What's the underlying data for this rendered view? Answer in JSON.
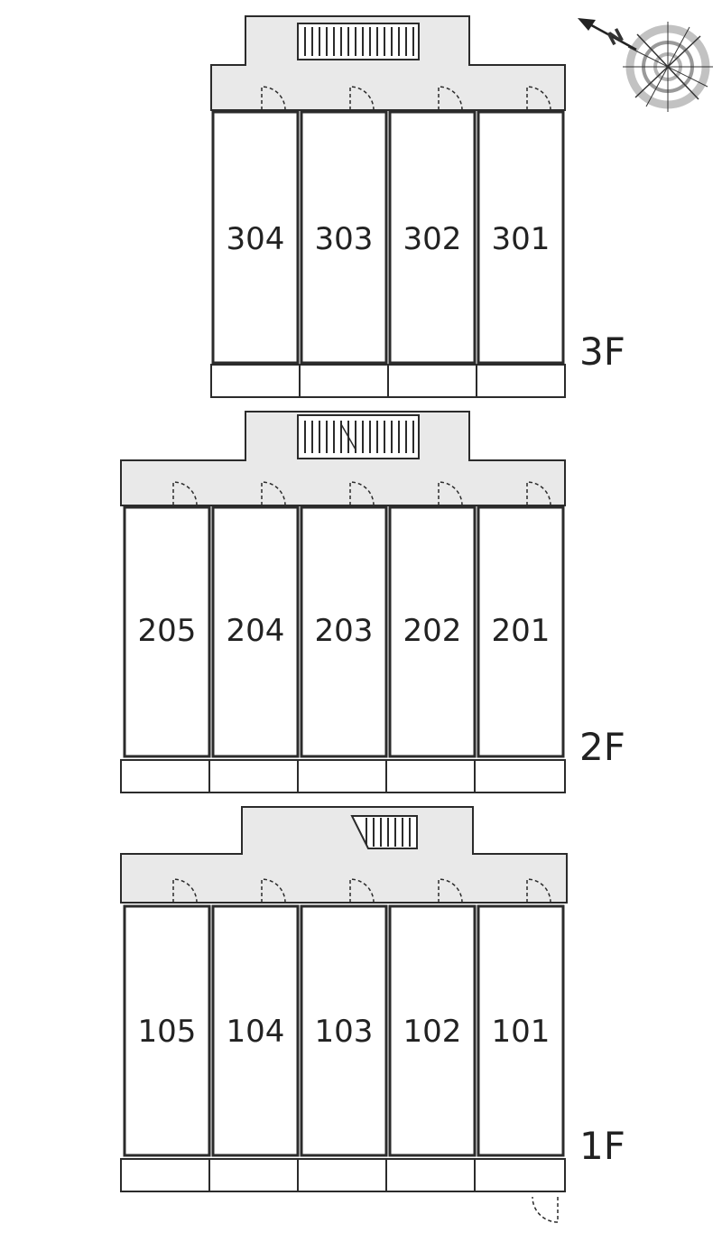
{
  "compass": {
    "north_label": "N",
    "icon": "compass-rose-icon"
  },
  "floors": [
    {
      "label": "3F",
      "rooms": [
        "304",
        "303",
        "302",
        "301"
      ]
    },
    {
      "label": "2F",
      "rooms": [
        "205",
        "204",
        "203",
        "202",
        "201"
      ]
    },
    {
      "label": "1F",
      "rooms": [
        "105",
        "104",
        "103",
        "102",
        "101"
      ]
    }
  ],
  "colors": {
    "wall": "#2b2b2b",
    "corridor": "#e9e9e9",
    "compass_ring": "#b5b5b5"
  }
}
